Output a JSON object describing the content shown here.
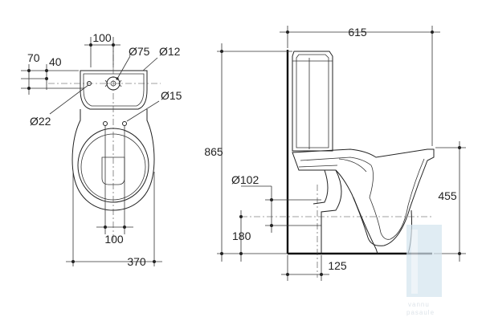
{
  "dimensions": {
    "top_width": "100",
    "d75": "Ø75",
    "d12": "Ø12",
    "d70": "70",
    "d40": "40",
    "d15": "Ø15",
    "d22": "Ø22",
    "bottom_100": "100",
    "width_370": "370",
    "length_615": "615",
    "height_865": "865",
    "height_455": "455",
    "d102": "Ø102",
    "h180": "180",
    "offset_125": "125"
  },
  "watermark": {
    "line1": "vannu",
    "line2": "pasaule"
  },
  "colors": {
    "line": "#222222",
    "watermark": "#c9dbe8"
  }
}
